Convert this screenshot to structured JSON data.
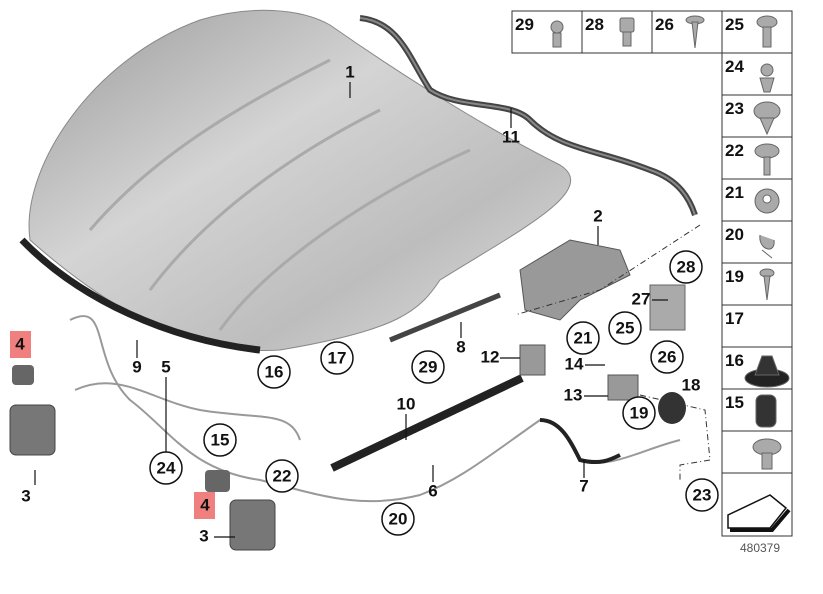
{
  "diagram": {
    "callouts": {
      "c1": "1",
      "c11": "11",
      "c2": "2",
      "c8": "8",
      "c9": "9",
      "c5": "5",
      "c12": "12",
      "c14": "14",
      "c13": "13",
      "c10": "10",
      "c27": "27",
      "c18": "18",
      "c7": "7",
      "c6": "6",
      "c3a": "3",
      "c3b": "3",
      "c4a": "4",
      "c4b": "4"
    },
    "circled": {
      "c16": "16",
      "c17": "17",
      "c29": "29",
      "c21": "21",
      "c25": "25",
      "c28": "28",
      "c26": "26",
      "c19": "19",
      "c23": "23",
      "c15": "15",
      "c24": "24",
      "c22": "22",
      "c20": "20"
    },
    "parts_grid": {
      "top": [
        "29",
        "28",
        "26",
        "25"
      ],
      "side": [
        "24",
        "23",
        "22",
        "21",
        "20",
        "19",
        "17",
        "16",
        "15"
      ]
    },
    "diagram_number": "480379",
    "highlight_color": "#f08080"
  }
}
